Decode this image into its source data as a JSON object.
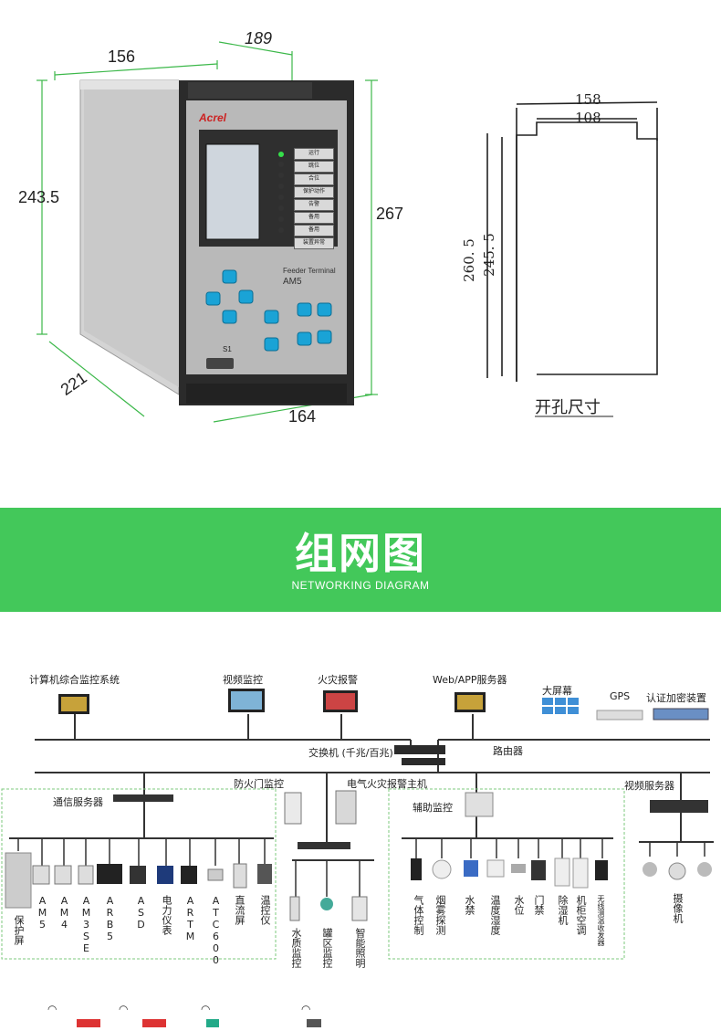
{
  "product": {
    "brand": "Acrel",
    "model_text": "Feeder Terminal",
    "model_code": "AM5",
    "port_label": "S1",
    "indicators": [
      "运行",
      "跳位",
      "合位",
      "保护动作",
      "告警",
      "备用",
      "备用",
      "装置异常"
    ]
  },
  "dimensions": {
    "width_top": "156",
    "depth_top": "189",
    "height_left": "243.5",
    "height_right": "267",
    "depth_bottom": "221",
    "width_bottom": "164",
    "cutout_outer_w": "158",
    "cutout_inner_w": "108",
    "cutout_outer_h": "260. 5",
    "cutout_inner_h": "245. 5",
    "cutout_caption": "开孔尺寸"
  },
  "banner": {
    "title": "组网图",
    "subtitle": "NETWORKING DIAGRAM"
  },
  "network": {
    "top_systems": [
      "计算机综合监控系统",
      "视频监控",
      "火灾报警",
      "Web/APP服务器",
      "大屏幕",
      "GPS",
      "认证加密装置"
    ],
    "switch_label": "交换机 (千兆/百兆)",
    "router_label": "路由器",
    "comm_server": "通信服务器",
    "fire_door": "防火门监控",
    "elec_fire": "电气火灾报警主机",
    "aux_monitor": "辅助监控",
    "video_server": "视频服务器",
    "left_devices": [
      "保护屏",
      "AM5",
      "AM4",
      "AM3SE",
      "ARB5",
      "ASD",
      "电力仪表",
      "ARTM",
      "ATC600",
      "直流屏",
      "温控仪"
    ],
    "mid_devices": [
      "水质监控",
      "罐区监控",
      "智能照明"
    ],
    "aux_devices": [
      "气体控制",
      "烟雾探测",
      "水禁",
      "温度湿度",
      "水位",
      "门禁",
      "除湿机",
      "机柜空调",
      "无线测温收发器"
    ],
    "cameras": "摄像机"
  },
  "colors": {
    "banner_green": "#43c85a",
    "dim_green": "#3cb84a",
    "panel_gray": "#b9b9b9",
    "key_blue": "#1aa3d6",
    "dash_green": "#7ec97e"
  }
}
